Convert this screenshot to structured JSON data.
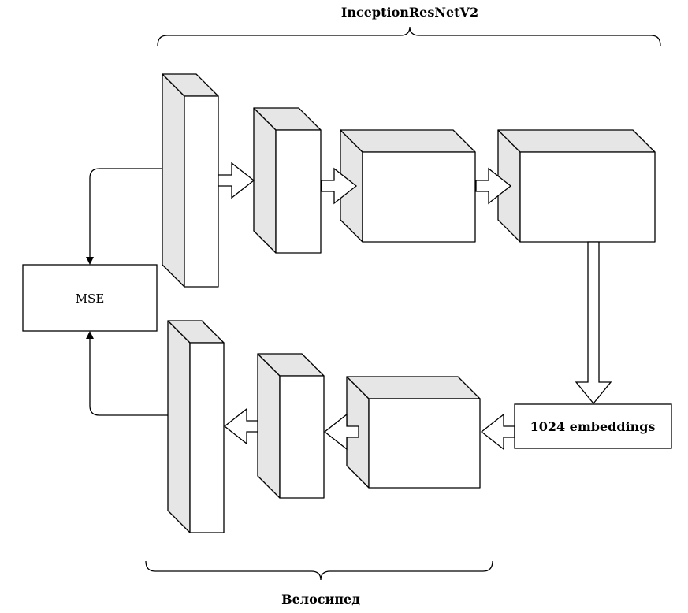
{
  "encoder": {
    "label": "InceptionResNetV2"
  },
  "decoder": {
    "label": "Велосипед"
  },
  "loss": {
    "label": "MSE"
  },
  "embedding": {
    "label": "1024 embeddings"
  },
  "colors": {
    "side_face": "#e6e6e6",
    "front_face": "#ffffff",
    "stroke": "#000000"
  }
}
